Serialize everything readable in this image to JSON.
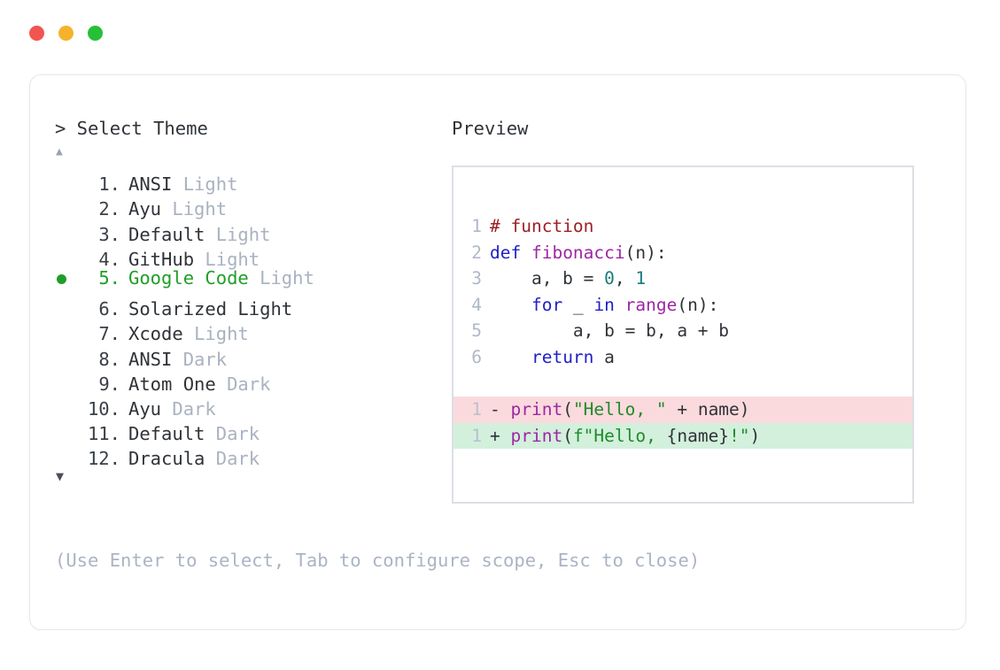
{
  "titlebar": {
    "buttons": [
      {
        "name": "close",
        "color": "#f25550"
      },
      {
        "name": "minimize",
        "color": "#f5b32b"
      },
      {
        "name": "maximize",
        "color": "#26c038"
      }
    ]
  },
  "selector": {
    "prompt": "> Select Theme",
    "scroll_up": "▲",
    "scroll_down": "▼",
    "items": [
      {
        "num": "1.",
        "name": "ANSI",
        "variant": "Light",
        "selected": false,
        "variant_dim": true
      },
      {
        "num": "2.",
        "name": "Ayu",
        "variant": "Light",
        "selected": false,
        "variant_dim": true
      },
      {
        "num": "3.",
        "name": "Default",
        "variant": "Light",
        "selected": false,
        "variant_dim": true
      },
      {
        "num": "4.",
        "name": "GitHub",
        "variant": "Light",
        "selected": false,
        "variant_dim": true
      },
      {
        "num": "5.",
        "name": "Google Code",
        "variant": "Light",
        "selected": true,
        "variant_dim": true
      },
      {
        "num": "6.",
        "name": "Solarized",
        "variant": "Light",
        "selected": false,
        "variant_dim": false
      },
      {
        "num": "7.",
        "name": "Xcode",
        "variant": "Light",
        "selected": false,
        "variant_dim": true
      },
      {
        "num": "8.",
        "name": "ANSI",
        "variant": "Dark",
        "selected": false,
        "variant_dim": true
      },
      {
        "num": "9.",
        "name": "Atom One",
        "variant": "Dark",
        "selected": false,
        "variant_dim": true
      },
      {
        "num": "10.",
        "name": "Ayu",
        "variant": "Dark",
        "selected": false,
        "variant_dim": true
      },
      {
        "num": "11.",
        "name": "Default",
        "variant": "Dark",
        "selected": false,
        "variant_dim": true
      },
      {
        "num": "12.",
        "name": "Dracula",
        "variant": "Dark",
        "selected": false,
        "variant_dim": true
      }
    ],
    "selected_index": 5,
    "hint": "(Use Enter to select, Tab to configure scope, Esc to close)"
  },
  "preview": {
    "title": "Preview",
    "code_lines": [
      {
        "ln": "1",
        "tokens": [
          {
            "t": "# function",
            "c": "comment"
          }
        ]
      },
      {
        "ln": "2",
        "tokens": [
          {
            "t": "def ",
            "c": "keyword"
          },
          {
            "t": "fibonacci",
            "c": "func"
          },
          {
            "t": "(n):",
            "c": "plain"
          }
        ]
      },
      {
        "ln": "3",
        "tokens": [
          {
            "t": "    a, b = ",
            "c": "plain"
          },
          {
            "t": "0",
            "c": "num"
          },
          {
            "t": ", ",
            "c": "plain"
          },
          {
            "t": "1",
            "c": "num"
          }
        ]
      },
      {
        "ln": "4",
        "tokens": [
          {
            "t": "    ",
            "c": "plain"
          },
          {
            "t": "for",
            "c": "keyword"
          },
          {
            "t": " _ ",
            "c": "plain"
          },
          {
            "t": "in",
            "c": "keyword"
          },
          {
            "t": " ",
            "c": "plain"
          },
          {
            "t": "range",
            "c": "func"
          },
          {
            "t": "(n):",
            "c": "plain"
          }
        ]
      },
      {
        "ln": "5",
        "tokens": [
          {
            "t": "        a, b = b, a + b",
            "c": "plain"
          }
        ]
      },
      {
        "ln": "6",
        "tokens": [
          {
            "t": "    ",
            "c": "plain"
          },
          {
            "t": "return",
            "c": "keyword"
          },
          {
            "t": " a",
            "c": "plain"
          }
        ]
      }
    ],
    "diff_lines": [
      {
        "ln": "1",
        "sign": "-",
        "kind": "del",
        "bg": "#fadadd",
        "tokens": [
          {
            "t": "print",
            "c": "func"
          },
          {
            "t": "(",
            "c": "plain"
          },
          {
            "t": "\"Hello, \"",
            "c": "str"
          },
          {
            "t": " + name)",
            "c": "plain"
          }
        ]
      },
      {
        "ln": "1",
        "sign": "+",
        "kind": "add",
        "bg": "#d3f0dc",
        "tokens": [
          {
            "t": "print",
            "c": "func"
          },
          {
            "t": "(",
            "c": "plain"
          },
          {
            "t": "f\"Hello, ",
            "c": "str"
          },
          {
            "t": "{name}",
            "c": "plain"
          },
          {
            "t": "!\"",
            "c": "str"
          },
          {
            "t": ")",
            "c": "plain"
          }
        ]
      }
    ]
  },
  "colors": {
    "comment": "#9c1f24",
    "keyword": "#2020c8",
    "function": "#9c27a3",
    "number": "#1a7a7a",
    "string": "#1f8a2a",
    "accent_green": "#1f9e26",
    "dim": "#aab2c0",
    "border": "#e4e6ea"
  }
}
